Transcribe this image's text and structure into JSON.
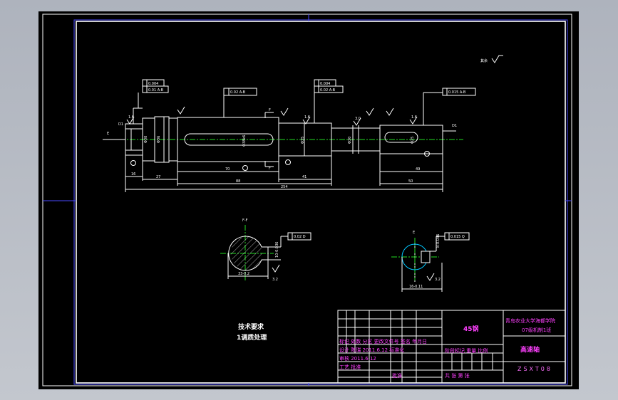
{
  "notes": {
    "title": "技术要求",
    "item1": "1调质处理"
  },
  "roughness": {
    "label": "其余"
  },
  "datums": {
    "E": "E",
    "F": "F",
    "D1": "D1",
    "D2": "D1",
    "section_e": "E",
    "section_f": "F-F"
  },
  "tolerances": {
    "t1a": "0.004",
    "t1b": "0.01 A-B",
    "t2": "0.02 A-B",
    "t3a": "0.004",
    "t3b": "0.02 A-B",
    "t4": "0.015 A-B",
    "t5": "0.02 D",
    "t6": "0.015 Q"
  },
  "dimensions": {
    "d16": "16",
    "d27": "27",
    "d70": "70",
    "d88": "88",
    "d41": "41",
    "d50": "50",
    "d49": "49",
    "d254": "254",
    "r18a": "1.6",
    "r18b": "1.6",
    "r30": "3.0",
    "r18c": "1.6"
  },
  "title_block": {
    "material": "45钢",
    "school": "青岛农业大学海都学院",
    "class_name": "07级机制1班",
    "part_name": "高速轴",
    "drawing_no": "ZSXT08",
    "row_marks": "标记 处数 分区 更改文件号 签名 年月日",
    "designer": "设计 陈瑞 2011.6.12 标准化",
    "reviewer": "审核 2011.6.12",
    "process": "工艺 批准",
    "stage": "阶段标记 重量 比例",
    "sheets": "共 张 第 张",
    "approver": "批准"
  }
}
